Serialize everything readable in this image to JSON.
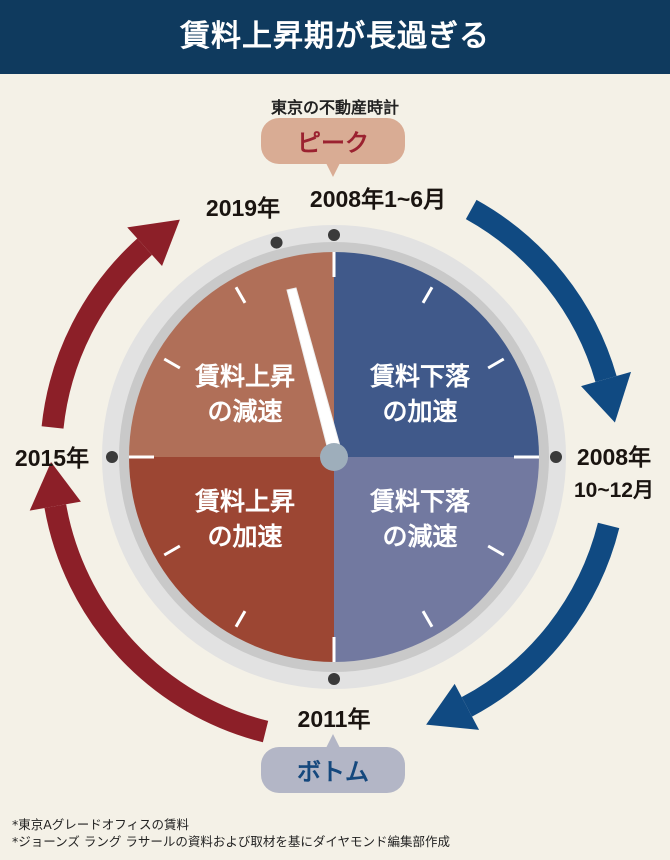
{
  "header": {
    "title": "賃料上昇期が長過ぎる"
  },
  "subtitle": "東京の不動産時計",
  "clock": {
    "peak_label": "ピーク",
    "bottom_label": "ボトム",
    "positions": {
      "top": "2008年1~6月",
      "right_line1": "2008年",
      "right_line2": "10~12月",
      "bottom": "2011年",
      "left": "2015年",
      "current": "2019年"
    },
    "quadrants": {
      "top_right": [
        "賃料下落",
        "の加速"
      ],
      "bottom_right": [
        "賃料下落",
        "の減速"
      ],
      "bottom_left": [
        "賃料上昇",
        "の加速"
      ],
      "top_left": [
        "賃料上昇",
        "の減速"
      ]
    },
    "colors": {
      "top_right": "#40598a",
      "bottom_right": "#7279a0",
      "bottom_left": "#9c4633",
      "top_left": "#b06f58",
      "red_arrow": "#8c1f28",
      "blue_arrow": "#104a82"
    }
  },
  "notes": [
    "*東京Aグレードオフィスの賃料",
    "*ジョーンズ ラング ラサールの資料および取材を基にダイヤモンド編集部作成"
  ]
}
